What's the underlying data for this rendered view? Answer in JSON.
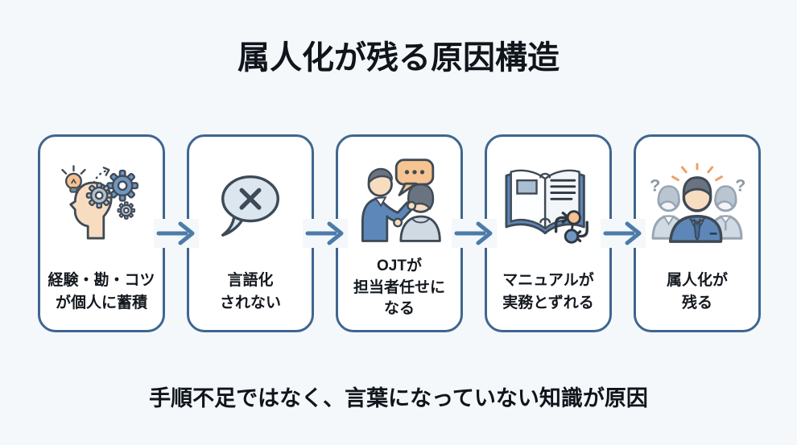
{
  "title": "属人化が残る原因構造",
  "conclusion": "手順不足ではなく、言葉になっていない知識が原因",
  "steps": [
    {
      "icon": "knowledge-head-icon",
      "lines": [
        "経験・勘・コツ",
        "が個人に蓄積"
      ]
    },
    {
      "icon": "no-speech-bubble-icon",
      "lines": [
        "言語化",
        "されない"
      ]
    },
    {
      "icon": "ojt-training-icon",
      "lines": [
        "OJTが",
        "担当者任せに",
        "なる"
      ]
    },
    {
      "icon": "manual-book-icon",
      "lines": [
        "マニュアルが",
        "実務とずれる"
      ]
    },
    {
      "icon": "person-dependency-icon",
      "lines": [
        "属人化が",
        "残る"
      ]
    }
  ],
  "colors": {
    "background": "#f4f8fb",
    "card_background": "#ffffff",
    "card_border": "#3f668f",
    "arrow": "#4d7ba8",
    "text": "#10151c",
    "accent_orange": "#f6c190",
    "accent_blue": "#6f96c0",
    "accent_gray": "#b3c1cc",
    "skin": "#f8dcc0"
  }
}
